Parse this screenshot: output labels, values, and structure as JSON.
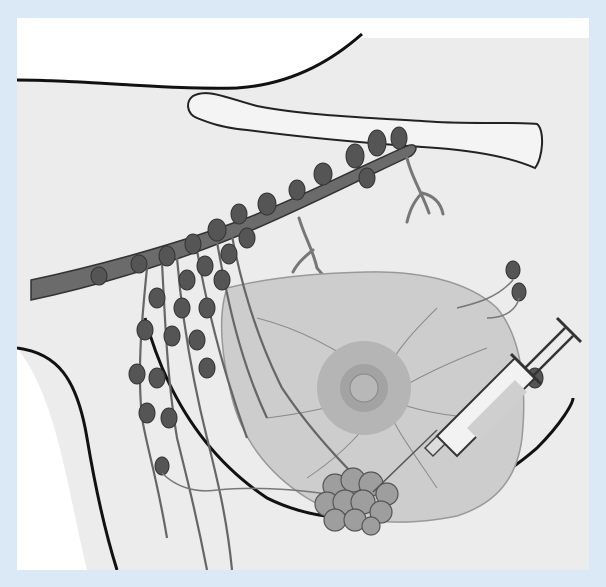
{
  "figure": {
    "subject": "breast-lymphatic-injection-illustration",
    "colors": {
      "frame": "#dbe8f5",
      "panel": "#ffffff",
      "skin": "#e8e8e8",
      "gland": "#c9c9c9",
      "vessel": "#6f6f6f",
      "node": "#4f4f4f",
      "outline": "#111111",
      "areola": "#aaaaaa",
      "tumor": "#9a9a9a"
    },
    "icons": [
      "clavicle",
      "axillary-vein",
      "lymph-nodes",
      "lymphatic-vessels",
      "breast-gland",
      "areola",
      "tumor",
      "syringe"
    ]
  }
}
